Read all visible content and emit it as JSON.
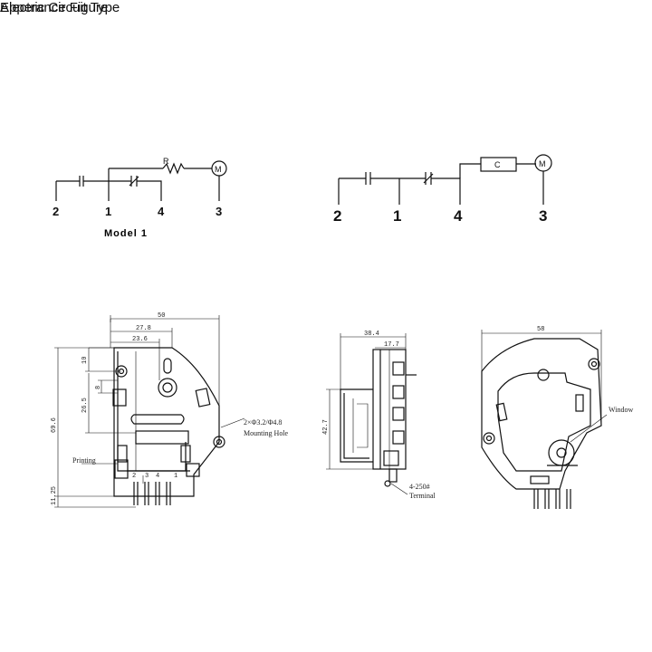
{
  "headings": {
    "circuit": "Electric Circuit Type",
    "appearance": "Apperance Figure"
  },
  "model_caption": "Model 1",
  "circuit_model1": {
    "terminals": [
      "2",
      "1",
      "4",
      "3"
    ],
    "resistor_label": "R",
    "motor_label": "M"
  },
  "circuit_model2": {
    "terminals": [
      "2",
      "1",
      "4",
      "3"
    ],
    "capacitor_label": "C",
    "motor_label": "M"
  },
  "front_view": {
    "dims": {
      "width": "50",
      "d1": "27.8",
      "d2": "23.6",
      "d3": "10",
      "d4": "8",
      "d5": "26.5",
      "height": "69.6",
      "pin": "11.25"
    },
    "terminal_numbers": [
      "2",
      "3",
      "4",
      "1"
    ],
    "hole_spec": "2×Φ3.2/Φ4.8",
    "hole_label": "Mounting Hole",
    "printing_label": "Printing"
  },
  "side_view": {
    "dims": {
      "depth": "38.4",
      "d1": "17.7",
      "height": "42.7"
    },
    "terminal_spec": "4-250#",
    "terminal_label": "Terminal"
  },
  "back_view": {
    "dims": {
      "width": "58"
    },
    "window_label": "Window"
  }
}
